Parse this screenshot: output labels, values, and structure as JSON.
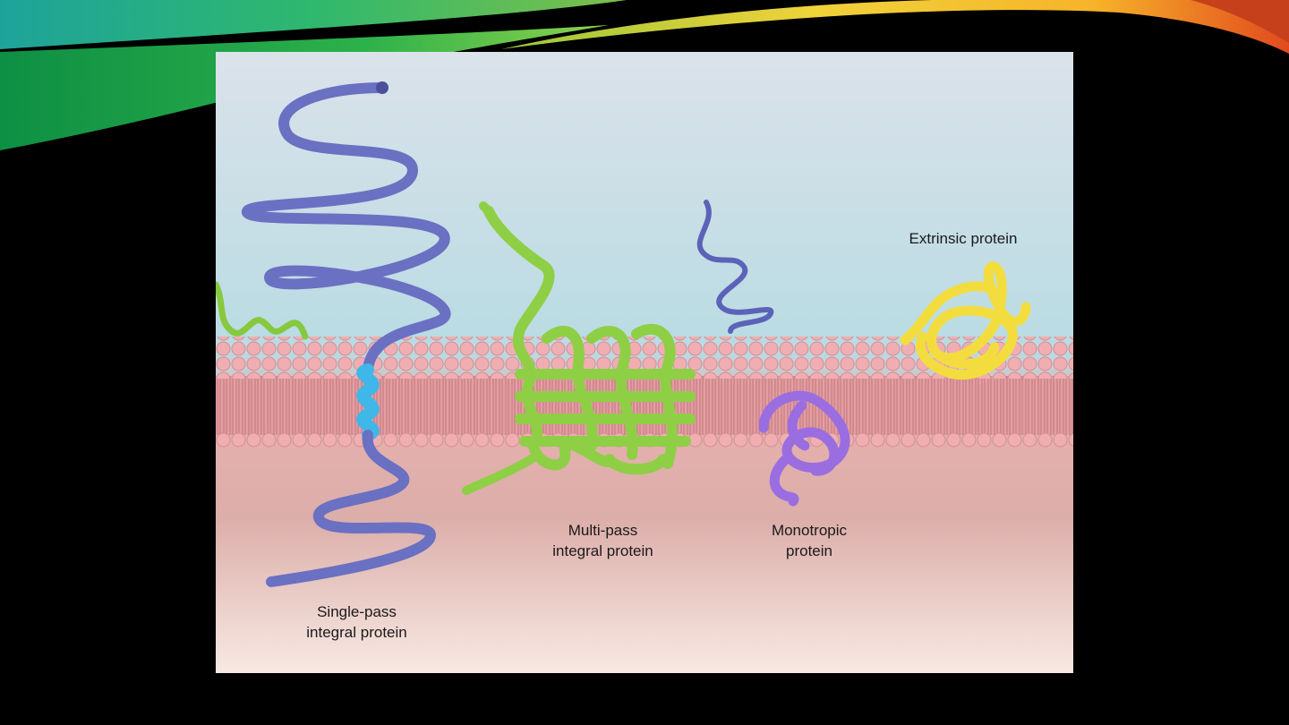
{
  "labels": {
    "extrinsic": [
      "Extrinsic protein"
    ],
    "multi_pass": [
      "Multi-pass",
      "integral protein"
    ],
    "monotropic": [
      "Monotropic",
      "protein"
    ],
    "single_pass": [
      "Single-pass",
      "integral protein"
    ]
  },
  "colors": {
    "slide_background": "#000000",
    "single_pass_protein": "#6a70c2",
    "transmembrane_helix": "#3fb7e8",
    "multi_pass_protein": "#8ecf45",
    "monotropic_protein": "#9a6ee0",
    "extrinsic_protein": "#f3dd3e",
    "lipid_head": "#f0aeb2"
  }
}
